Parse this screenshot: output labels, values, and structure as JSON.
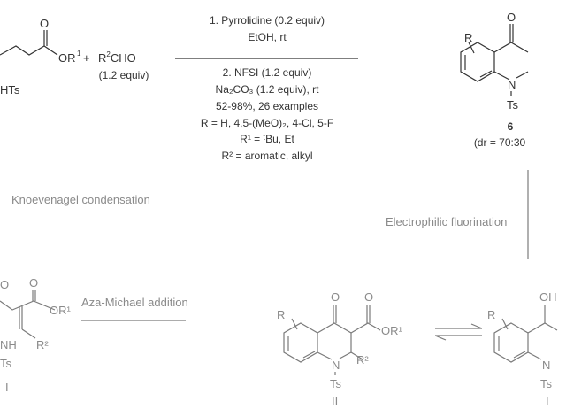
{
  "reaction": {
    "reactant_labels": {
      "carbonyl_O": "O",
      "ester": "OR",
      "ester_sup": "1",
      "amine": "HTs"
    },
    "plus": "+",
    "aldehyde": {
      "r": "R",
      "sup": "2",
      "rest": "CHO",
      "equiv": "(1.2 equiv)"
    },
    "conditions": [
      "1. Pyrrolidine (0.2 equiv)",
      "EtOH, rt",
      "2. NFSI (1.2 equiv)",
      "Na₂CO₃ (1.2 equiv), rt",
      "52-98%, 26 examples",
      "R = H, 4,5-(MeO)₂, 4-Cl, 5-F",
      "R¹ = ᵗBu, Et",
      "R² = aromatic, alkyl"
    ],
    "product": {
      "R": "R",
      "O": "O",
      "N": "N",
      "Ts": "Ts",
      "number": "6",
      "dr": "(dr = 70:30"
    }
  },
  "mechanism": {
    "step1": "Knoevenagel condensation",
    "step2": "Aza-Michael addition",
    "step3": "Electrophilic fluorination",
    "intermediate_I": {
      "O1": "O",
      "O2": "O",
      "ester": "OR¹",
      "NH": "NH",
      "R2": "R²",
      "Ts": "Ts",
      "label": "I"
    },
    "intermediate_II": {
      "R": "R",
      "O1": "O",
      "O2": "O",
      "ester": "OR¹",
      "N": "N",
      "R2": "R²",
      "Ts": "Ts",
      "label": "II"
    },
    "intermediate_III": {
      "R": "R",
      "O": "OH",
      "N": "N",
      "Ts": "Ts",
      "label": "I"
    }
  },
  "colors": {
    "main": "#333333",
    "mechanism": "#8a8a8a"
  }
}
